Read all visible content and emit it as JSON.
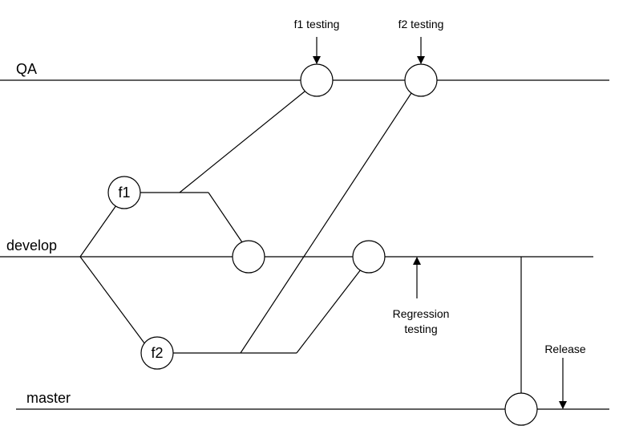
{
  "lanes": {
    "qa": "QA",
    "develop": "develop",
    "master": "master"
  },
  "nodes": {
    "f1": "f1",
    "f2": "f2"
  },
  "annotations": {
    "f1_testing": "f1 testing",
    "f2_testing": "f2 testing",
    "regression_line1": "Regression",
    "regression_line2": "testing",
    "release": "Release"
  },
  "colors": {
    "stroke": "#000000",
    "background": "#ffffff"
  }
}
